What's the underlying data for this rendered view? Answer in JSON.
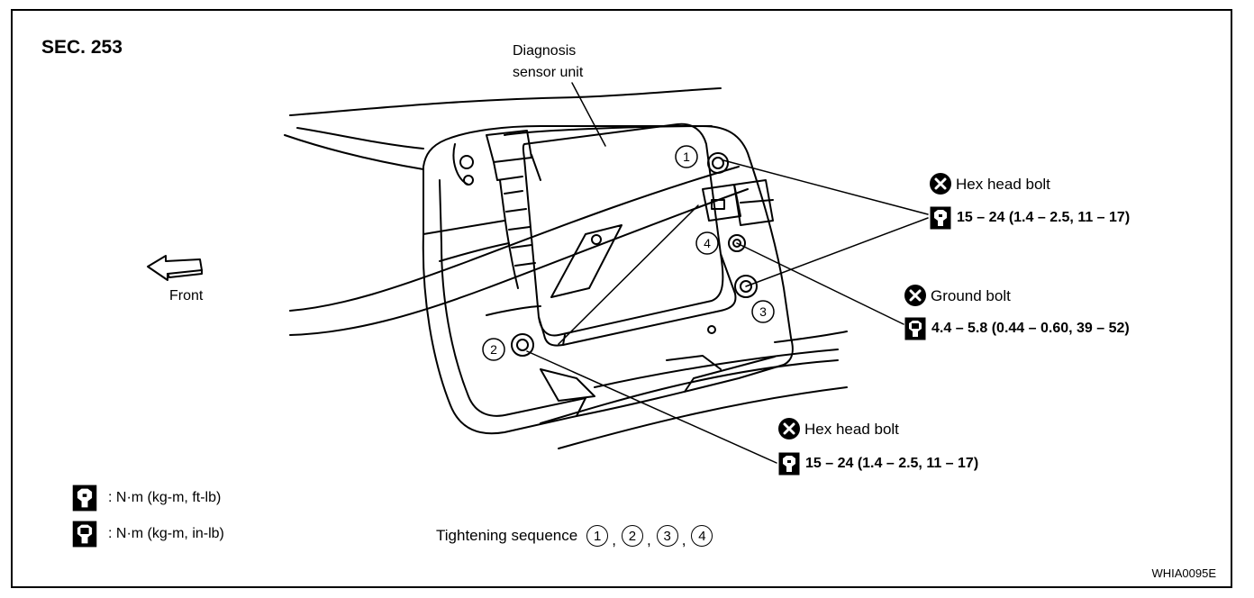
{
  "section": "SEC. 253",
  "component_label_line1": "Diagnosis",
  "component_label_line2": "sensor unit",
  "front_label": "Front",
  "callouts": [
    {
      "name": "Hex head bolt",
      "torque": "15 – 24 (1.4 – 2.5, 11 – 17)"
    },
    {
      "name": "Ground bolt",
      "torque": "4.4 – 5.8 (0.44 – 0.60, 39 – 52)"
    },
    {
      "name": "Hex head bolt",
      "torque": "15 – 24 (1.4 – 2.5, 11 – 17)"
    }
  ],
  "legend": [
    {
      "icon": "wrench-ft-lb-icon",
      "text": ": N·m (kg-m, ft-lb)"
    },
    {
      "icon": "wrench-in-lb-icon",
      "text": ": N·m (kg-m, in-lb)"
    }
  ],
  "tightening": {
    "label": "Tightening sequence",
    "steps": [
      "1",
      "2",
      "3",
      "4"
    ],
    "separator": ","
  },
  "bolt_numbers": [
    "1",
    "2",
    "3",
    "4"
  ],
  "reference_code": "WHIA0095E"
}
